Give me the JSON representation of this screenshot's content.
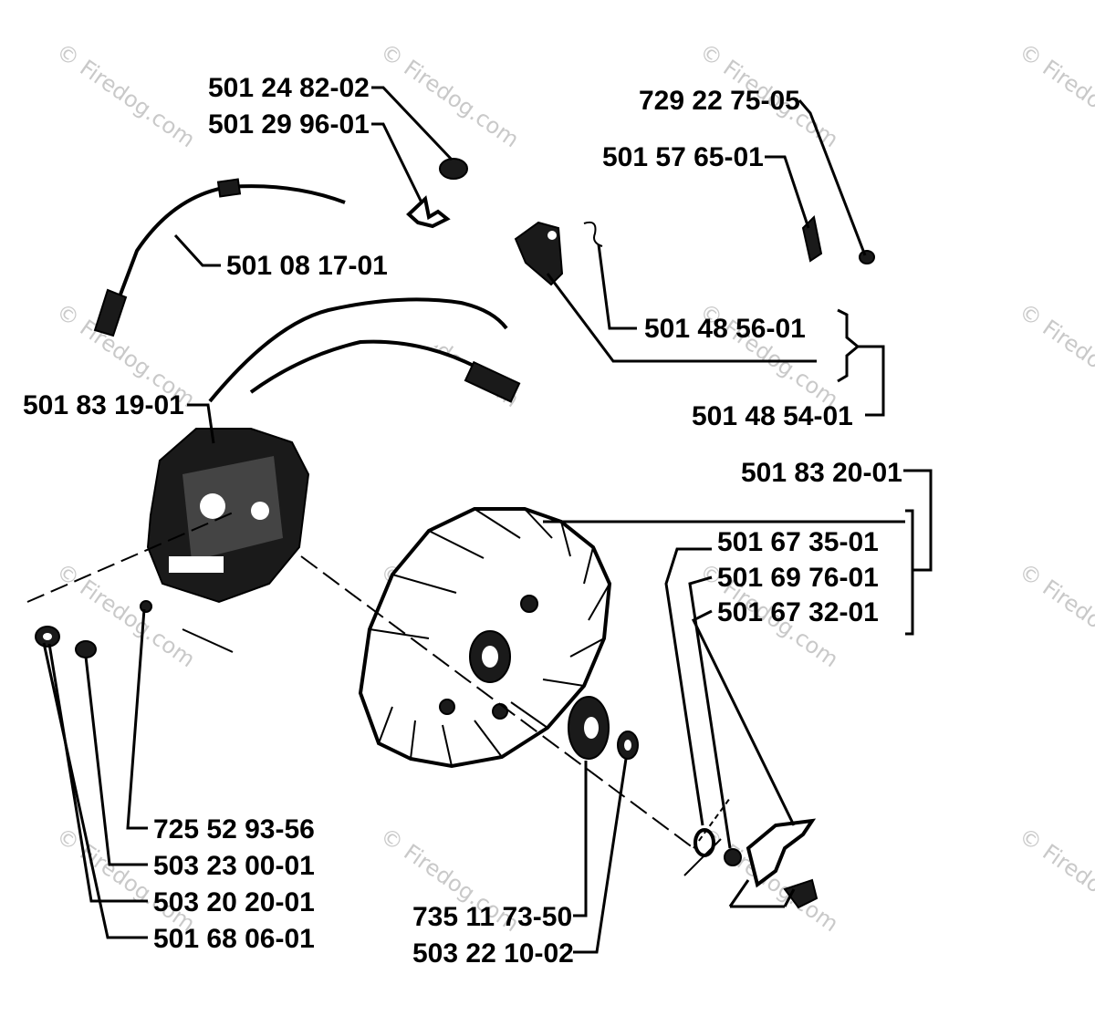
{
  "colors": {
    "ink": "#000000",
    "watermark": "#c9c9c9",
    "background": "#ffffff"
  },
  "watermark": "© Firedog.com",
  "labels": {
    "p501248202": "501 24 82-02",
    "p501299601": "501 29 96-01",
    "p729227505": "729 22 75-05",
    "p501576501": "501 57 65-01",
    "p501081701": "501 08 17-01",
    "p501485601": "501 48 56-01",
    "p501831901": "501 83 19-01",
    "p501485401": "501 48 54-01",
    "p501832001": "501 83 20-01",
    "p501673501": "501 67 35-01",
    "p501697601": "501 69 76-01",
    "p501673201": "501 67 32-01",
    "p725529356": "725 52 93-56",
    "p503230001": "503 23 00-01",
    "p503202001": "503 20 20-01",
    "p501680601": "501 68 06-01",
    "p735117350": "735 11 73-50",
    "p503221002": "503 22 10-02"
  },
  "icons": {
    "fuel_hose": "fuel-hose-icon",
    "ignition_module": "ignition-module-icon",
    "flywheel": "flywheel-icon"
  }
}
